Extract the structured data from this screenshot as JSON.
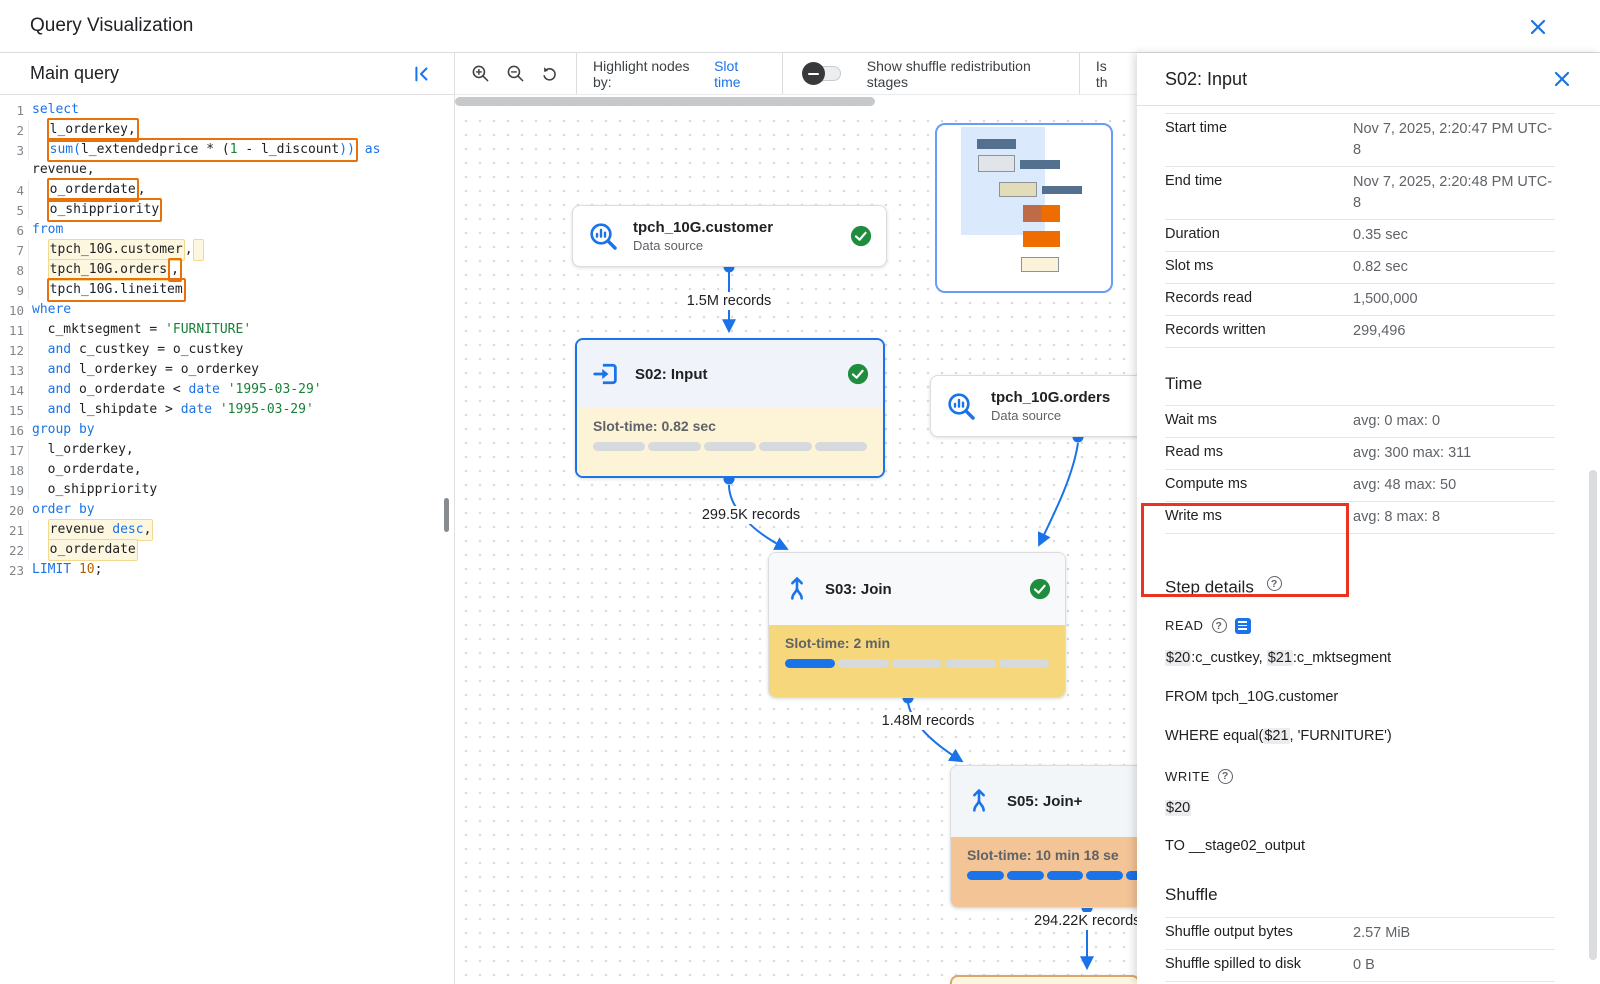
{
  "page": {
    "title": "Query Visualization"
  },
  "colors": {
    "accent_blue": "#1a73e8",
    "check_green": "#1e8e3e",
    "annotation_red": "#ea3323",
    "highlight_orange": "#e8710a",
    "node_yellow_light": "#fdf3d6",
    "node_yellow": "#f7d77c",
    "node_orange": "#f3c496"
  },
  "left_panel": {
    "title": "Main query",
    "code_lines": [
      {
        "num": "1",
        "segs": [
          {
            "t": "select",
            "c": "k"
          }
        ]
      },
      {
        "num": "2",
        "g": 1,
        "segs": [
          {
            "t": "  ",
            "c": "d"
          },
          {
            "box": "o",
            "segs": [
              {
                "t": "l_orderkey,",
                "c": "d"
              }
            ]
          }
        ]
      },
      {
        "num": "3",
        "g": 1,
        "segs": [
          {
            "t": "  ",
            "c": "d"
          },
          {
            "box": "o",
            "segs": [
              {
                "t": "sum(",
                "c": "k"
              },
              {
                "t": "l_extendedprice * (",
                "c": "d"
              },
              {
                "t": "1",
                "c": "n"
              },
              {
                "t": " - l_discount",
                "c": "d"
              },
              {
                "t": "))",
                "c": "k"
              }
            ]
          },
          {
            "t": " ",
            "c": "d"
          },
          {
            "t": "as",
            "c": "k"
          }
        ]
      },
      {
        "num": "",
        "segs": [
          {
            "t": "revenue,",
            "c": "d"
          }
        ]
      },
      {
        "num": "4",
        "g": 1,
        "segs": [
          {
            "t": "  ",
            "c": "d"
          },
          {
            "box": "o",
            "segs": [
              {
                "t": "o_orderdate",
                "c": "d"
              }
            ]
          },
          {
            "t": ",",
            "c": "d"
          }
        ]
      },
      {
        "num": "5",
        "g": 1,
        "segs": [
          {
            "t": "  ",
            "c": "d"
          },
          {
            "box": "o",
            "segs": [
              {
                "t": "o_shippriority",
                "c": "d"
              }
            ]
          }
        ]
      },
      {
        "num": "6",
        "segs": [
          {
            "t": "from",
            "c": "k"
          }
        ]
      },
      {
        "num": "7",
        "g": 1,
        "segs": [
          {
            "t": "  ",
            "c": "d"
          },
          {
            "box": "p",
            "segs": [
              {
                "t": "tpch_10G.customer",
                "c": "d"
              }
            ]
          },
          {
            "t": ",",
            "c": "d"
          },
          {
            "box": "p",
            "segs": [
              {
                "t": " ",
                "c": "d"
              }
            ]
          }
        ]
      },
      {
        "num": "8",
        "g": 1,
        "segs": [
          {
            "t": "  ",
            "c": "d"
          },
          {
            "box": "p",
            "segs": [
              {
                "t": "tpch_10G.orders",
                "c": "d"
              }
            ]
          },
          {
            "box": "o",
            "segs": [
              {
                "t": ",",
                "c": "d"
              }
            ]
          }
        ]
      },
      {
        "num": "9",
        "g": 1,
        "segs": [
          {
            "t": "  ",
            "c": "d"
          },
          {
            "box": "o",
            "segs": [
              {
                "t": "tpch_10G.lineitem",
                "c": "d"
              }
            ]
          }
        ]
      },
      {
        "num": "10",
        "segs": [
          {
            "t": "where",
            "c": "k"
          }
        ]
      },
      {
        "num": "11",
        "g": 1,
        "segs": [
          {
            "t": "  c_mktsegment = ",
            "c": "d"
          },
          {
            "t": "'FURNITURE'",
            "c": "s"
          }
        ]
      },
      {
        "num": "12",
        "g": 1,
        "segs": [
          {
            "t": "  ",
            "c": "d"
          },
          {
            "t": "and",
            "c": "k"
          },
          {
            "t": " c_custkey = o_custkey",
            "c": "d"
          }
        ]
      },
      {
        "num": "13",
        "g": 1,
        "segs": [
          {
            "t": "  ",
            "c": "d"
          },
          {
            "t": "and",
            "c": "k"
          },
          {
            "t": " l_orderkey = o_orderkey",
            "c": "d"
          }
        ]
      },
      {
        "num": "14",
        "g": 1,
        "segs": [
          {
            "t": "  ",
            "c": "d"
          },
          {
            "t": "and",
            "c": "k"
          },
          {
            "t": " o_orderdate < ",
            "c": "d"
          },
          {
            "t": "date",
            "c": "k"
          },
          {
            "t": " ",
            "c": "d"
          },
          {
            "t": "'1995-03-29'",
            "c": "s"
          }
        ]
      },
      {
        "num": "15",
        "g": 1,
        "segs": [
          {
            "t": "  ",
            "c": "d"
          },
          {
            "t": "and",
            "c": "k"
          },
          {
            "t": " l_shipdate > ",
            "c": "d"
          },
          {
            "t": "date",
            "c": "k"
          },
          {
            "t": " ",
            "c": "d"
          },
          {
            "t": "'1995-03-29'",
            "c": "s"
          }
        ]
      },
      {
        "num": "16",
        "segs": [
          {
            "t": "group by",
            "c": "k"
          }
        ]
      },
      {
        "num": "17",
        "g": 1,
        "segs": [
          {
            "t": "  l_orderkey,",
            "c": "d"
          }
        ]
      },
      {
        "num": "18",
        "g": 1,
        "segs": [
          {
            "t": "  o_orderdate,",
            "c": "d"
          }
        ]
      },
      {
        "num": "19",
        "g": 1,
        "segs": [
          {
            "t": "  o_shippriority",
            "c": "d"
          }
        ]
      },
      {
        "num": "20",
        "segs": [
          {
            "t": "order by",
            "c": "k"
          }
        ]
      },
      {
        "num": "21",
        "g": 1,
        "segs": [
          {
            "t": "  ",
            "c": "d"
          },
          {
            "box": "p",
            "segs": [
              {
                "t": "revenue ",
                "c": "d"
              },
              {
                "t": "desc",
                "c": "k"
              },
              {
                "t": ",",
                "c": "d"
              }
            ]
          }
        ]
      },
      {
        "num": "22",
        "g": 1,
        "segs": [
          {
            "t": "  ",
            "c": "d"
          },
          {
            "box": "p",
            "segs": [
              {
                "t": "o_orderdate",
                "c": "d"
              }
            ]
          }
        ]
      },
      {
        "num": "23",
        "segs": [
          {
            "t": "LIMIT",
            "c": "k"
          },
          {
            "t": " ",
            "c": "d"
          },
          {
            "t": "10",
            "c": "o"
          },
          {
            "t": ";",
            "c": "d"
          }
        ]
      }
    ]
  },
  "canvas_toolbar": {
    "highlight_label": "Highlight nodes by:",
    "highlight_value": "Slot time",
    "toggle_label": "Show shuffle redistribution stages",
    "truncated_label": "Is th"
  },
  "canvas": {
    "nodes": {
      "customer": {
        "title": "tpch_10G.customer",
        "subtitle": "Data source"
      },
      "orders": {
        "title": "tpch_10G.orders",
        "subtitle": "Data source"
      },
      "s02": {
        "title": "S02: Input",
        "slot": "Slot-time: 0.82 sec",
        "filled_segments": 0
      },
      "s03": {
        "title": "S03: Join",
        "slot": "Slot-time: 2 min",
        "filled_segments": 1
      },
      "s05": {
        "title": "S05: Join+",
        "slot": "Slot-time: 10 min 18 se",
        "filled_segments": 5
      }
    },
    "edge_labels": {
      "customer_s02": "1.5M records",
      "s02_s03": "299.5K records",
      "s03_s05": "1.48M records",
      "s05_next": "294.22K records"
    }
  },
  "details_panel": {
    "title": "S02: Input",
    "rows": [
      {
        "label": "Start time",
        "value": "Nov 7, 2025, 2:20:47 PM UTC-8"
      },
      {
        "label": "End time",
        "value": "Nov 7, 2025, 2:20:48 PM UTC-8"
      },
      {
        "label": "Duration",
        "value": "0.35 sec"
      },
      {
        "label": "Slot ms",
        "value": "0.82 sec"
      },
      {
        "label": "Records read",
        "value": "1,500,000"
      },
      {
        "label": "Records written",
        "value": "299,496"
      }
    ],
    "time_heading": "Time",
    "time_rows": [
      {
        "label": "Wait ms",
        "value": "avg: 0 max: 0"
      },
      {
        "label": "Read ms",
        "value": "avg: 300 max: 311"
      },
      {
        "label": "Compute ms",
        "value": "avg: 48 max: 50"
      },
      {
        "label": "Write ms",
        "value": "avg: 8 max: 8"
      }
    ],
    "step_details_heading": "Step details",
    "read_label": "READ",
    "read_lines": [
      [
        {
          "t": "$20",
          "hl": 1
        },
        {
          "t": ":c_custkey, "
        },
        {
          "t": "$21",
          "hl": 1
        },
        {
          "t": ":c_mktsegment"
        }
      ],
      [
        {
          "t": "FROM tpch_10G.customer"
        }
      ],
      [
        {
          "t": "WHERE equal("
        },
        {
          "t": "$21",
          "hl": 1
        },
        {
          "t": ", 'FURNITURE')"
        }
      ]
    ],
    "write_label": "WRITE",
    "write_lines": [
      [
        {
          "t": "$20",
          "hl": 1
        }
      ],
      [
        {
          "t": "TO __stage02_output"
        }
      ]
    ],
    "shuffle_heading": "Shuffle",
    "shuffle_rows": [
      {
        "label": "Shuffle output bytes",
        "value": "2.57 MiB"
      },
      {
        "label": "Shuffle spilled to disk",
        "value": "0 B"
      }
    ]
  }
}
